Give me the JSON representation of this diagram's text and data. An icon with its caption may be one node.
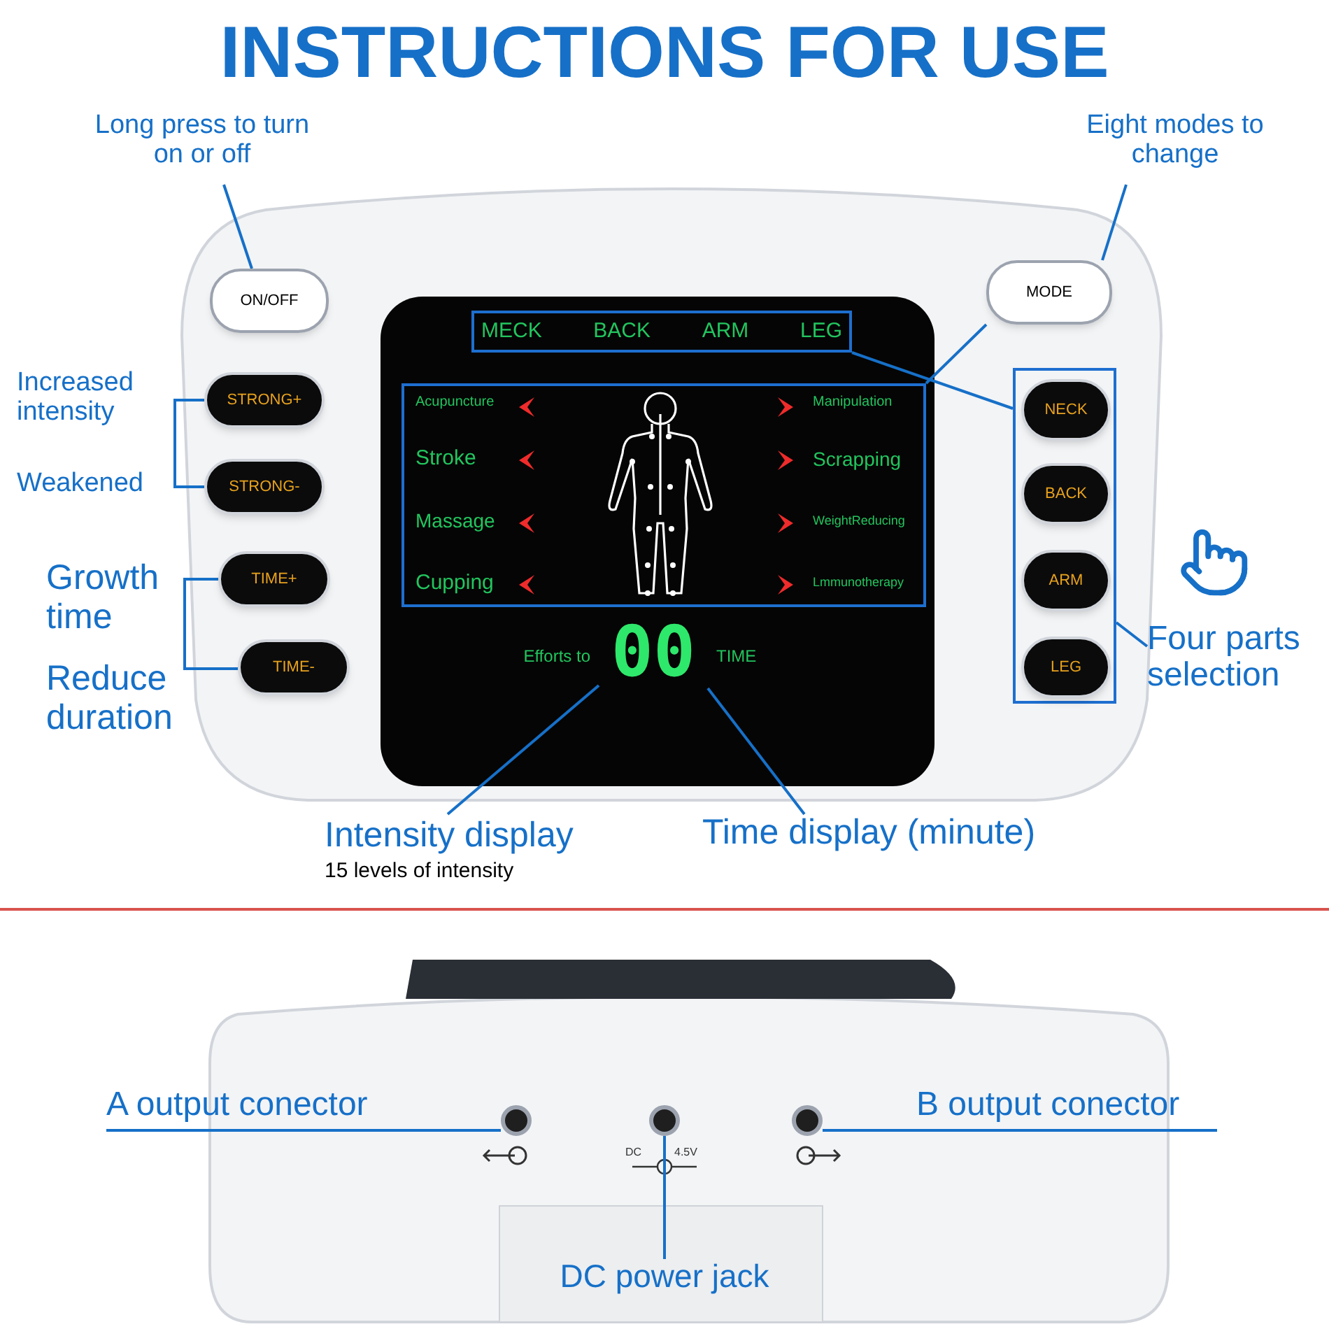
{
  "diagram": {
    "title": "INSTRUCTIONS FOR USE",
    "nodes": [
      {
        "text": [
          "Long press to turn on or off"
        ]
      },
      {
        "text": [
          "ON/OFF"
        ]
      },
      {
        "text": [
          "Eight modes to change"
        ]
      },
      {
        "text": [
          "MODE"
        ]
      },
      {
        "text": [
          "Increased intensity"
        ]
      },
      {
        "text": [
          "STRONG+"
        ]
      },
      {
        "text": [
          "Weakened"
        ]
      },
      {
        "text": [
          "STRONG-"
        ]
      },
      {
        "text": [
          "Growth time"
        ]
      },
      {
        "text": [
          "TIME+"
        ]
      },
      {
        "text": [
          "Reduce duration"
        ]
      },
      {
        "text": [
          "TIME-"
        ]
      },
      {
        "text": [
          "MECK",
          "BACK",
          "ARM",
          "LEG"
        ]
      },
      {
        "text": [
          "Acupuncture",
          "Stroke",
          "Massage",
          "Cupping",
          "Manipulation",
          "Scrapping",
          "WeightReducing",
          "Lmmunotherapy"
        ]
      },
      {
        "text": [],
        "shape": "box"
      },
      {
        "text": [
          "NECK"
        ],
        "in": 14
      },
      {
        "text": [
          "BACK"
        ],
        "in": 14
      },
      {
        "text": [
          "ARM"
        ],
        "in": 14
      },
      {
        "text": [
          "LEG"
        ],
        "in": 14
      },
      {
        "text": [
          "Four parts selection"
        ]
      },
      {
        "text": [
          "00"
        ],
        "beside": [
          "Efforts to",
          "TIME"
        ]
      },
      {
        "text": [
          "Intensity display",
          "15 levels of intensity"
        ]
      },
      {
        "text": [
          "Time display (minute)"
        ]
      },
      {
        "text": [
          "A output conector"
        ]
      },
      {
        "text": [],
        "shape": "circle"
      },
      {
        "text": [],
        "shape": "circle"
      },
      {
        "text": [],
        "shape": "circle"
      },
      {
        "text": [
          "B output conector"
        ]
      },
      {
        "text": [
          "DC power jack"
        ]
      }
    ],
    "edges": [
      {
        "from": 0,
        "to": 1,
        "arrow": "none"
      },
      {
        "from": 2,
        "to": 3,
        "arrow": "none"
      },
      {
        "from": 5,
        "to": 7,
        "arrow": "none"
      },
      {
        "from": 9,
        "to": 11,
        "arrow": "none"
      },
      {
        "from": 12,
        "to": 14,
        "arrow": "none"
      },
      {
        "from": 13,
        "to": 3,
        "arrow": "none"
      },
      {
        "from": 19,
        "to": 14,
        "arrow": "none"
      },
      {
        "from": 21,
        "to": 20,
        "arrow": "none"
      },
      {
        "from": 22,
        "to": 20,
        "arrow": "none"
      },
      {
        "from": 23,
        "to": 24,
        "arrow": "none"
      },
      {
        "from": 27,
        "to": 26,
        "arrow": "none"
      },
      {
        "from": 28,
        "to": 25,
        "arrow": "none"
      }
    ],
    "labels": [
      "DC",
      "4.5V"
    ]
  }
}
